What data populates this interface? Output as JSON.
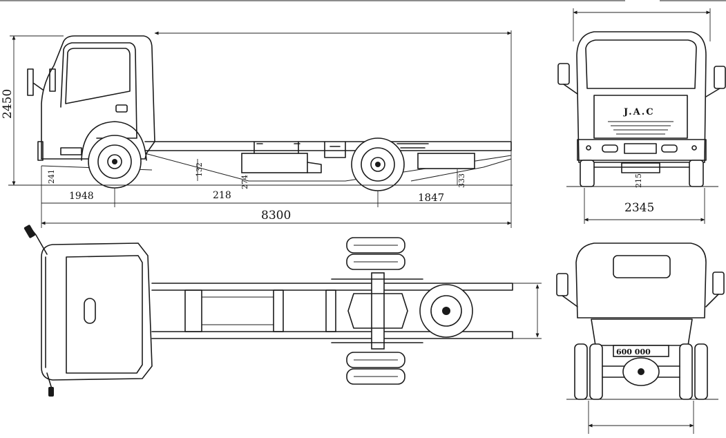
{
  "brand_badge": "J.A.C",
  "dimensions": {
    "overall_height": "2450",
    "front_overhang": "1948",
    "frame_height": "218",
    "rear_overhang": "1847",
    "overall_length": "8300",
    "overall_width": "2345"
  },
  "small_labels": {
    "front_clearance": "241",
    "mid_clearance_a": "132",
    "mid_clearance_b": "274",
    "rear_clearance": "333",
    "front_view_clearance": "215",
    "rear_plate": "600 000"
  }
}
